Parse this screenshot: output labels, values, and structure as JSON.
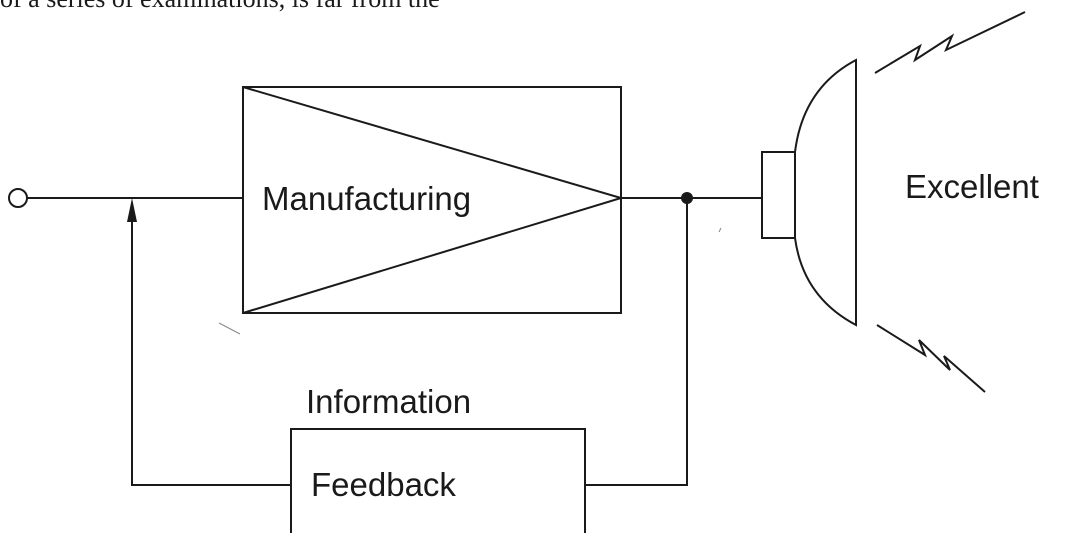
{
  "header_text": "of a series of examinations, is far from the",
  "labels": {
    "manufacturing": "Manufacturing",
    "information": "Information",
    "feedback": "Feedback",
    "excellent": "Excellent"
  }
}
